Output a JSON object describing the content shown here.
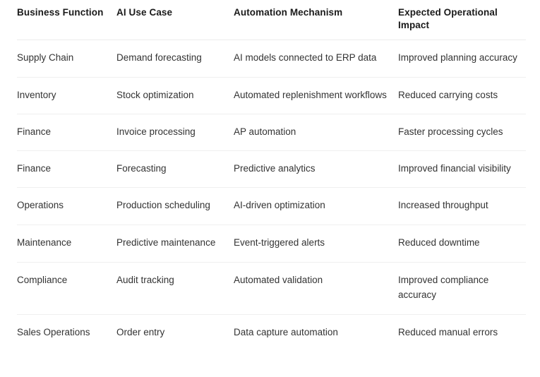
{
  "table": {
    "columns": [
      {
        "key": "function",
        "label": "Business Function"
      },
      {
        "key": "usecase",
        "label": "AI Use Case"
      },
      {
        "key": "mechanism",
        "label": "Automation Mechanism"
      },
      {
        "key": "impact",
        "label": "Expected Operational Impact"
      }
    ],
    "rows": [
      {
        "function": "Supply Chain",
        "usecase": "Demand forecasting",
        "mechanism": "AI models connected to ERP data",
        "impact": "Improved planning accuracy"
      },
      {
        "function": "Inventory",
        "usecase": "Stock optimization",
        "mechanism": "Automated replenishment workflows",
        "impact": "Reduced carrying costs"
      },
      {
        "function": "Finance",
        "usecase": "Invoice processing",
        "mechanism": "AP automation",
        "impact": "Faster processing cycles"
      },
      {
        "function": "Finance",
        "usecase": "Forecasting",
        "mechanism": "Predictive analytics",
        "impact": "Improved financial visibility"
      },
      {
        "function": "Operations",
        "usecase": "Production scheduling",
        "mechanism": "AI-driven optimization",
        "impact": "Increased throughput"
      },
      {
        "function": "Maintenance",
        "usecase": "Predictive maintenance",
        "mechanism": "Event-triggered alerts",
        "impact": "Reduced downtime"
      },
      {
        "function": "Compliance",
        "usecase": "Audit tracking",
        "mechanism": "Automated validation",
        "impact": "Improved compliance accuracy"
      },
      {
        "function": "Sales Operations",
        "usecase": "Order entry",
        "mechanism": "Data capture automation",
        "impact": "Reduced manual errors"
      }
    ]
  },
  "colors": {
    "header_text": "#1a1a1a",
    "body_text": "#333333",
    "divider": "#efefef",
    "background": "#ffffff"
  }
}
